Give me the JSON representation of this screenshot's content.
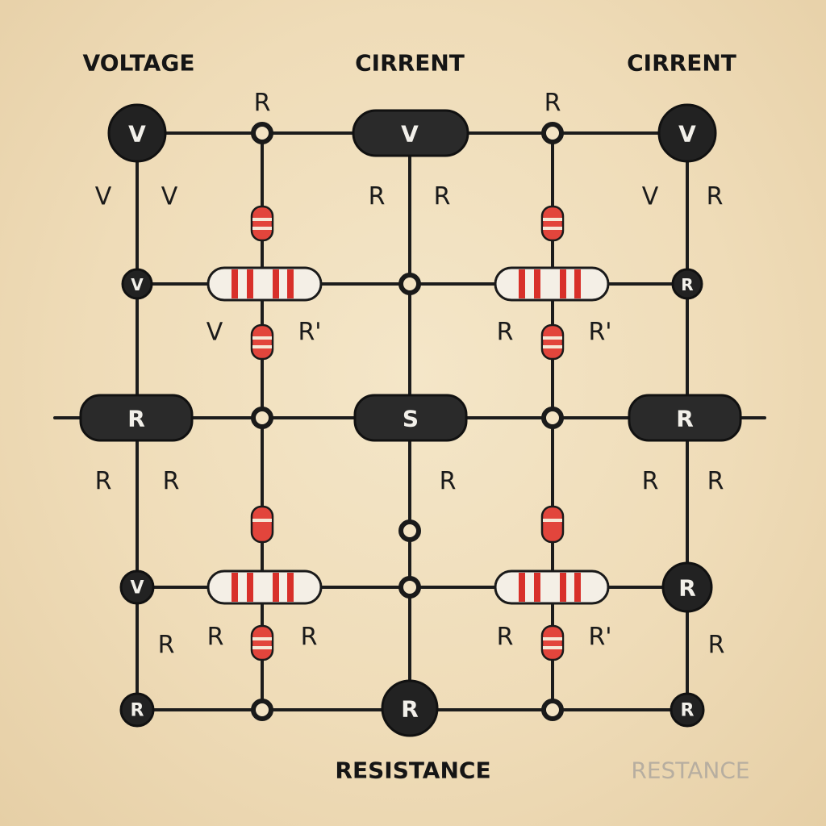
{
  "headings": {
    "top_left": "VOLTAGE",
    "top_center": "CIRRENT",
    "top_right": "CIRRENT",
    "bottom_center": "RESISTANCE",
    "bottom_right": "RESTANCE"
  },
  "components": {
    "top_left_source": "V",
    "top_center_pill": "V",
    "top_right_source": "V",
    "mid_left_node": "V",
    "mid_right_node": "R",
    "center_left_pill": "R",
    "center_pill": "S",
    "center_right_pill": "R",
    "lower_left_node": "V",
    "lower_right_node": "R",
    "bottom_left_node": "R",
    "bottom_center_node": "R",
    "bottom_right_node": "R"
  },
  "labels": {
    "r_top_1": "R",
    "r_top_2": "R",
    "row1_a": "V",
    "row1_b": "V",
    "row1_c": "R",
    "row1_d": "R",
    "row1_e": "V",
    "row1_f": "R",
    "row2_a": "V",
    "row2_b": "R'",
    "row2_c": "R",
    "row2_d": "R'",
    "row3_a": "R",
    "row3_b": "R",
    "row3_c": "R",
    "row3_d": "R",
    "row3_e": "R",
    "row4_a": "R",
    "row4_b": "R",
    "row4_c": "R",
    "row4_d": "R",
    "row4_e": "R'",
    "row4_f": "R"
  }
}
